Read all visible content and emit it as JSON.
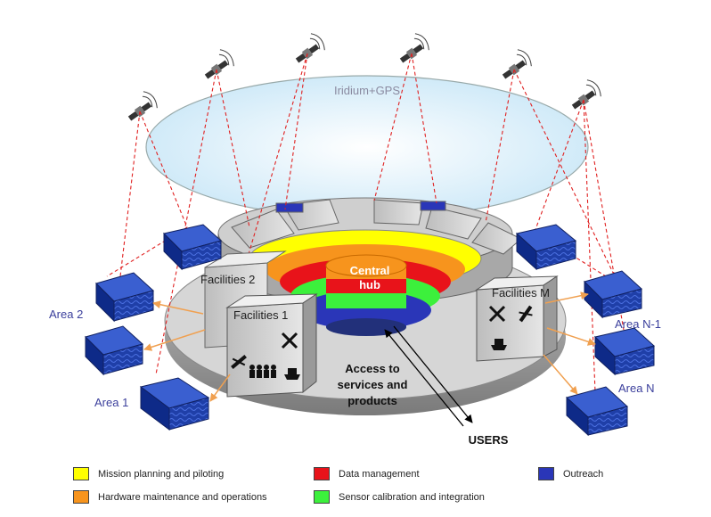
{
  "diagram": {
    "constellation_label": "Iridium+GPS",
    "hub_label_line1": "Central",
    "hub_label_line2": "hub",
    "facility_labels": [
      "Facilities 1",
      "Facilities 2",
      "Facilities M"
    ],
    "area_labels": [
      "Area 2",
      "Area 1",
      "Area N-1",
      "Area N"
    ],
    "access_text": [
      "Access to",
      "services and",
      "products"
    ],
    "users_label": "USERS"
  },
  "legend": [
    {
      "label": "Mission planning and piloting",
      "color": "#ffff00"
    },
    {
      "label": "Hardware maintenance and operations",
      "color": "#f7941d"
    },
    {
      "label": "Data management",
      "color": "#e8131a"
    },
    {
      "label": "Sensor calibration and integration",
      "color": "#3cf03c"
    },
    {
      "label": "Outreach",
      "color": "#2a36b8"
    }
  ],
  "colors": {
    "ring_yellow": "#ffff00",
    "ring_orange": "#f7941d",
    "ring_red": "#e8131a",
    "ring_green": "#3cf03c",
    "ring_blue": "#2a36b8",
    "label_blue": "#3b3f9c",
    "link_red": "#e02020",
    "arrow_orange": "#f0a050"
  },
  "icons": [
    "satellite-icon",
    "glider-icon",
    "tools-icon",
    "people-icon",
    "boat-icon"
  ]
}
